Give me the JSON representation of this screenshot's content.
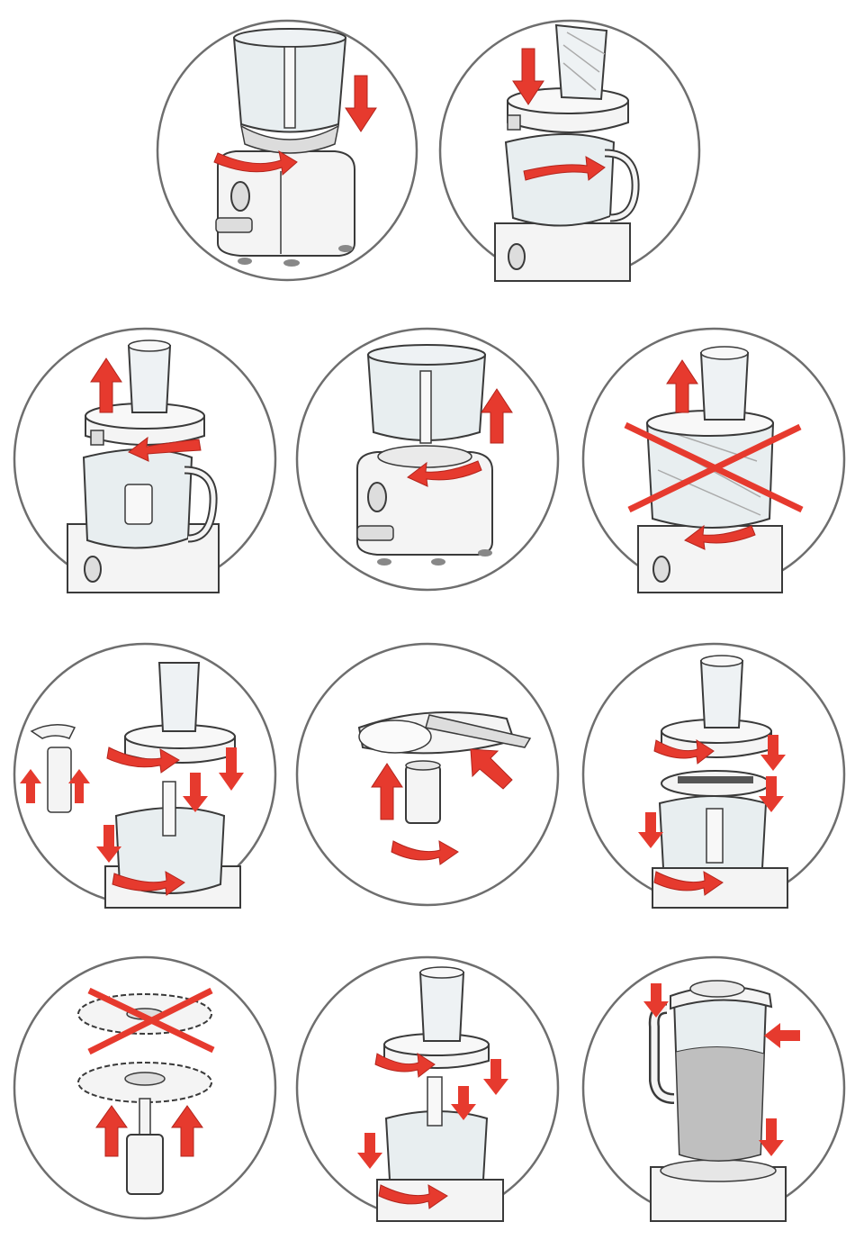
{
  "page": {
    "type": "instruction-illustrations",
    "panels": [
      {
        "id": "step-1",
        "icon": "bowl-mount-icon",
        "cross": false
      },
      {
        "id": "step-2",
        "icon": "lid-lock-icon",
        "cross": false
      },
      {
        "id": "step-3",
        "icon": "lid-unlock-icon",
        "cross": false
      },
      {
        "id": "step-4",
        "icon": "bowl-remove-icon",
        "cross": false
      },
      {
        "id": "step-5",
        "icon": "bowl-remove-wrong-icon",
        "cross": true
      },
      {
        "id": "step-6",
        "icon": "blade-assembly-icon",
        "cross": false
      },
      {
        "id": "step-7",
        "icon": "slicer-disc-icon",
        "cross": false
      },
      {
        "id": "step-8",
        "icon": "disc-install-icon",
        "cross": false
      },
      {
        "id": "step-9",
        "icon": "disc-wrong-icon",
        "cross": true
      },
      {
        "id": "step-10",
        "icon": "shaft-install-icon",
        "cross": false
      },
      {
        "id": "step-11",
        "icon": "blender-jug-icon",
        "cross": false
      }
    ],
    "colors": {
      "arrow": "#e63a2e",
      "arrow_dark": "#b3241c",
      "outline": "#3a3a3a",
      "circle": "#6e6e6e",
      "body": "#f4f4f4",
      "clear": "#e8eef0",
      "liquid": "#bfbfbf"
    }
  }
}
